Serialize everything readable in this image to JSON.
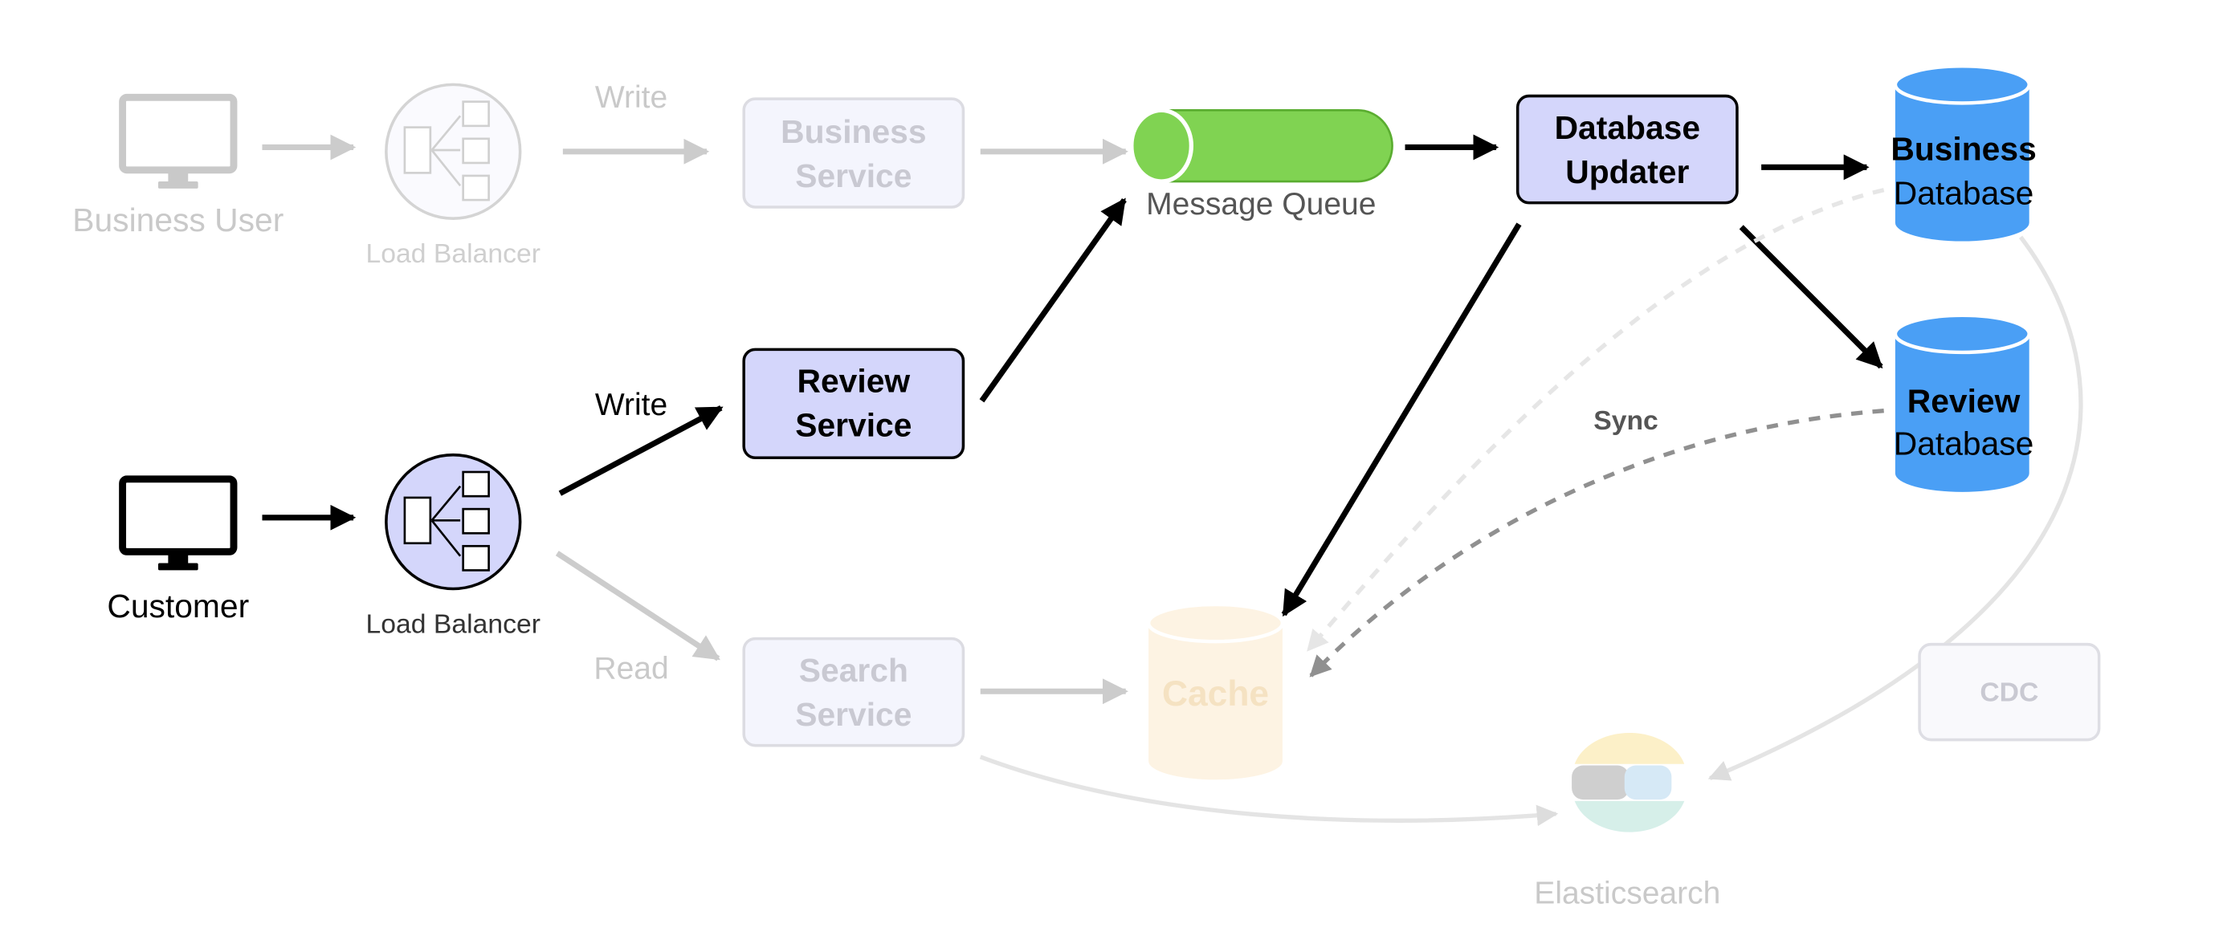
{
  "labels": {
    "business_user": "Business User",
    "load_balancer_top": "Load Balancer",
    "write_top": "Write",
    "business_service_line1": "Business",
    "business_service_line2": "Service",
    "message_queue": "Message Queue",
    "db_updater_line1": "Database",
    "db_updater_line2": "Updater",
    "business_db_line1": "Business",
    "business_db_line2": "Database",
    "review_db_line1": "Review",
    "review_db_line2": "Database",
    "sync": "Sync",
    "write_mid": "Write",
    "review_service_line1": "Review",
    "review_service_line2": "Service",
    "customer": "Customer",
    "load_balancer_bottom": "Load Balancer",
    "read": "Read",
    "search_service_line1": "Search",
    "search_service_line2": "Service",
    "cache": "Cache",
    "cdc": "CDC",
    "elasticsearch": "Elasticsearch"
  },
  "colors": {
    "active_service_fill": "#d4d6fb",
    "faded_service_fill": "#f4f5fd",
    "queue_green": "#80d352",
    "database_blue": "#4a9ff5",
    "cache_fill": "#fdf3e3",
    "arrow_active": "#000000",
    "arrow_faded": "#cccccc",
    "sync_dashed": "#909090"
  }
}
